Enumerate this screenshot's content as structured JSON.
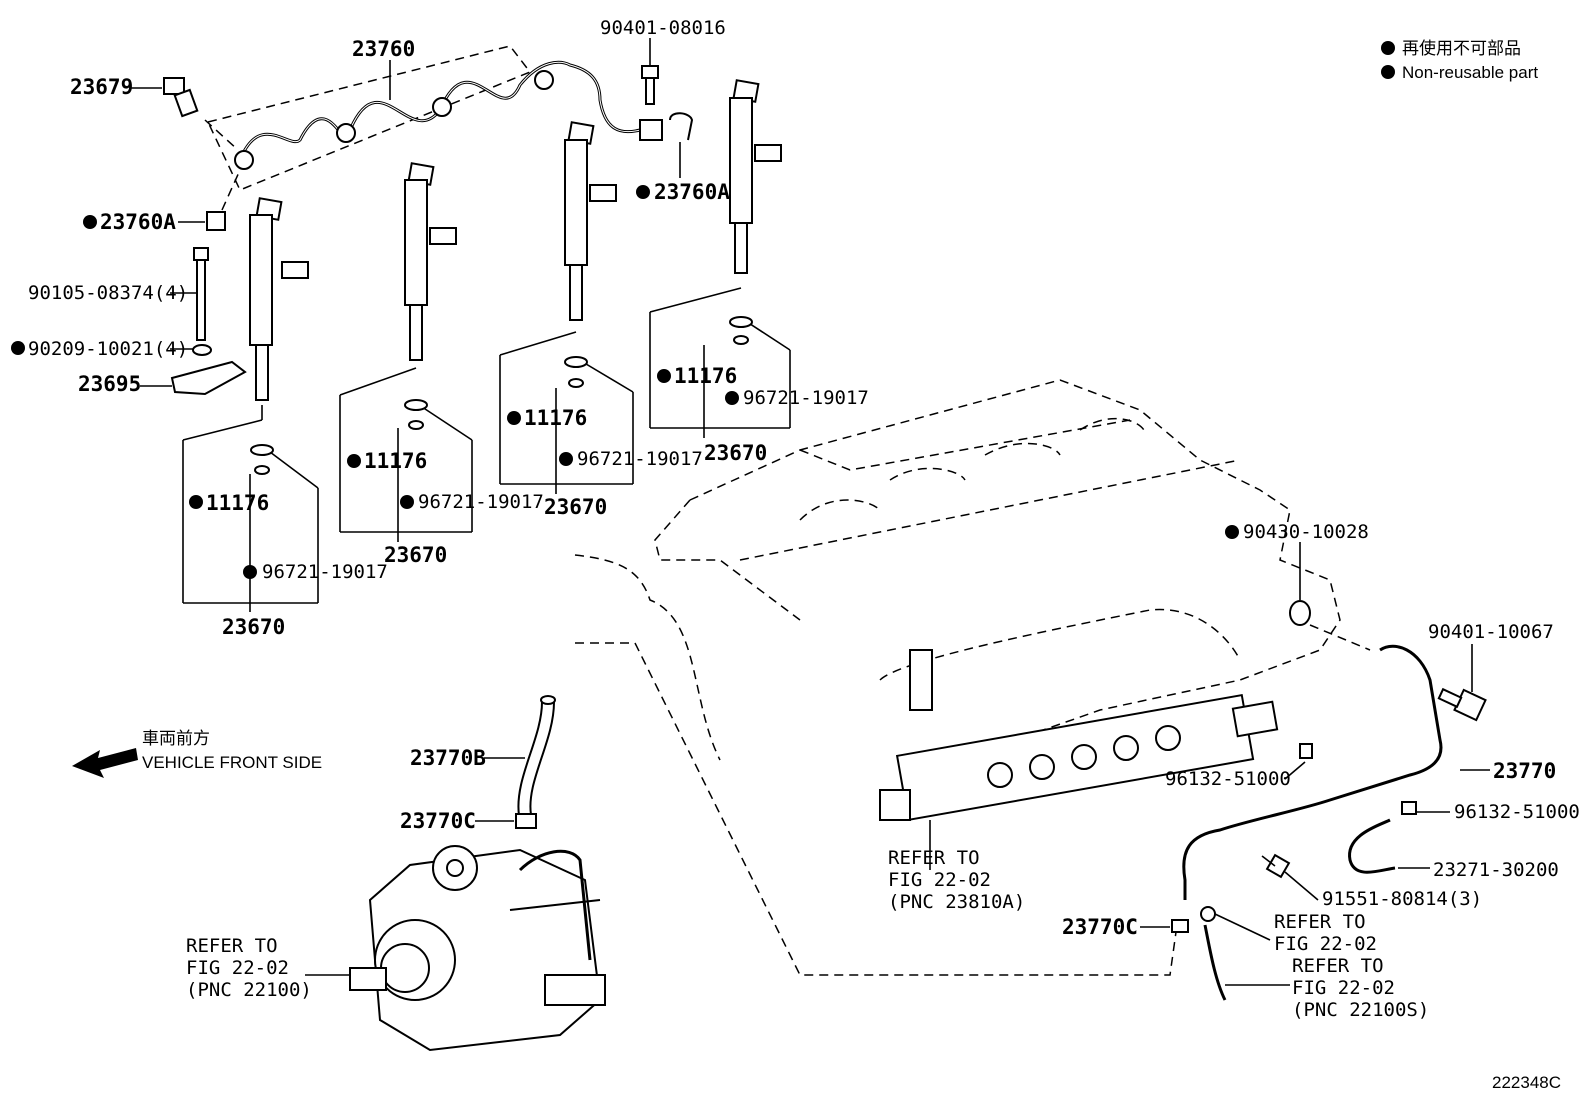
{
  "legend": {
    "jp": "再使用不可部品",
    "en": "Non-reusable part"
  },
  "direction": {
    "jp": "車両前方",
    "en": "VEHICLE FRONT SIDE"
  },
  "figure_code": "222348C",
  "labels": {
    "p23760": "23760",
    "p23679": "23679",
    "p90401_08016": "90401-08016",
    "p23760A_left": "23760A",
    "p23760A_right": "23760A",
    "p90105": "90105-08374(4)",
    "p90209": "90209-10021(4)",
    "p23695": "23695",
    "inj1_11176": "11176",
    "inj1_96721": "96721-19017",
    "inj1_23670": "23670",
    "inj2_11176": "11176",
    "inj2_96721": "96721-19017",
    "inj2_23670": "23670",
    "inj3_11176": "11176",
    "inj3_96721": "96721-19017",
    "inj3_23670": "23670",
    "inj4_11176": "11176",
    "inj4_96721": "96721-19017",
    "inj4_23670": "23670",
    "p90430": "90430-10028",
    "p90401_10067": "90401-10067",
    "p23770": "23770",
    "p96132_a": "96132-51000",
    "p96132_b": "96132-51000",
    "p23271": "23271-30200",
    "p91551": "91551-80814(3)",
    "p23770B": "23770B",
    "p23770C_top": "23770C",
    "p23770C_bottom": "23770C"
  },
  "refs": {
    "rail": [
      "REFER TO",
      "FIG 22-02",
      "(PNC 23810A)"
    ],
    "pump": [
      "REFER TO",
      "FIG 22-02",
      "(PNC 22100)"
    ],
    "pipe_mid": [
      "REFER TO",
      "FIG 22-02"
    ],
    "pipe_low": [
      "REFER TO",
      "FIG 22-02",
      "(PNC 22100S)"
    ]
  }
}
